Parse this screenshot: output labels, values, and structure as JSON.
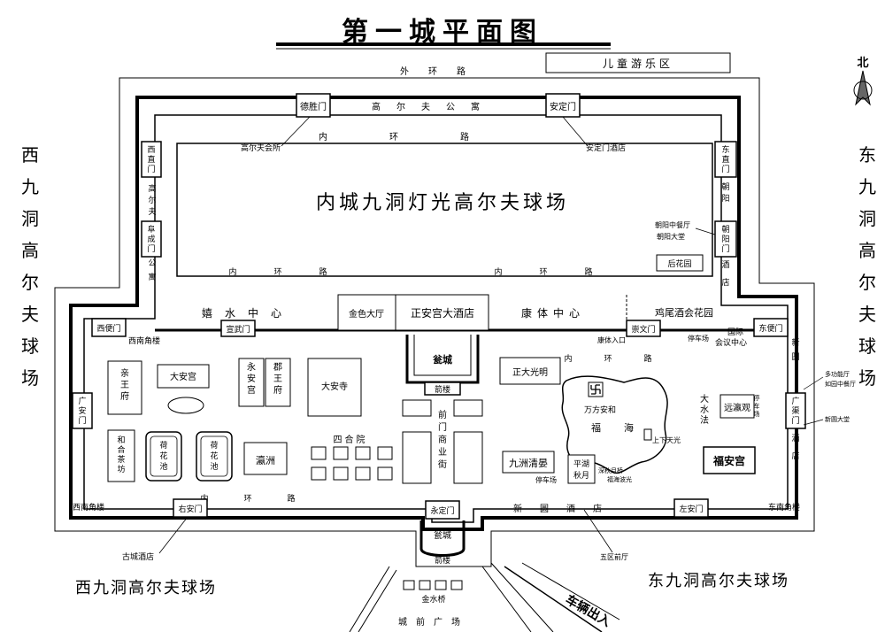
{
  "title": "第一城平面图",
  "north": "北",
  "kids_area": "儿童游乐区",
  "roads": {
    "outer": "外环路",
    "inner": "内环路",
    "golf_apartments": "高尔夫公寓",
    "gaoerfu_gongyu": "高尔夫公寓"
  },
  "gates": {
    "desheng": "德胜门",
    "anding": "安定门",
    "xizhi": "西直门",
    "fucheng": "阜成门",
    "dongzhi": "东直门",
    "chaoyang": "朝阳门",
    "xibian": "西便门",
    "dongbian": "东便门",
    "xuanwu": "宣武门",
    "chongwen": "崇文门",
    "guangan": "广安门",
    "guangqu": "广渠门",
    "youan": "右安门",
    "zuoan": "左安门",
    "yongding": "永定门"
  },
  "labels": {
    "golf_club": "高尔夫会所",
    "anding_hotel": "安定门酒店",
    "inner_golf": "内城九洞灯光高尔夫球场",
    "west_golf": "西九洞高尔夫球场",
    "east_golf": "东九洞高尔夫球场",
    "west_golf_bottom": "西九洞高尔夫球场",
    "east_golf_bottom": "东九洞高尔夫球场",
    "west_vertical_road": "高尔夫公寓",
    "east_vertical_road": "朝阳酒店",
    "chaoyang_restaurant": "朝阳中餐厅",
    "chaoyang_hall": "朝阳大堂",
    "back_garden": "后花园",
    "xishui": "嬉水中心",
    "golden_hall": "金色大厅",
    "zhengan_hotel": "正安宫大酒店",
    "kangti": "康体中心",
    "cocktail_garden": "鸡尾酒会花园",
    "kangti_entrance": "康体入口",
    "parking": "停车场",
    "intl_conf": "国际会议中心",
    "sw_tower": "西南角楼",
    "se_tower": "东南角楼",
    "xinyuan_west": "新圆酒店",
    "duogong_hall": "多功能厅",
    "ruyuan_restaurant": "如园中餐厅",
    "xinyuan_lobby": "新圆大堂",
    "wengcheng": "瓮城",
    "jianlou": "箭楼",
    "qinwang": "亲王府",
    "daan_palace": "大安宫",
    "yongan_palace": "永安宫",
    "junwang": "郡王府",
    "daan_temple": "大安寺",
    "zhengda": "正大光明",
    "wanfang": "万方安和",
    "fuhai": "福海",
    "dashuifa": "大水法",
    "yuanying": "远瀛观",
    "xiyang_parking": "停车场",
    "shangxia": "上下天光",
    "hehe_tea": "和合茶坊",
    "lotus1": "荷花池",
    "lotus2": "荷花池",
    "yingzhou": "瀛洲",
    "siheyuan": "四合院",
    "qianmen": "前门商业街",
    "jiuzhou": "九洲清晏",
    "pinghu": "平湖秋月",
    "shenliu": "深秋月桥",
    "fuhai_wave": "福海波光",
    "parking2": "停车场",
    "fuan": "福安宫",
    "gucheng_hotel": "古城酒店",
    "wuqu_lobby": "五区前厅",
    "jinshui": "金水桥",
    "chengqian": "城前广场",
    "vehicles": "车辆出入"
  }
}
